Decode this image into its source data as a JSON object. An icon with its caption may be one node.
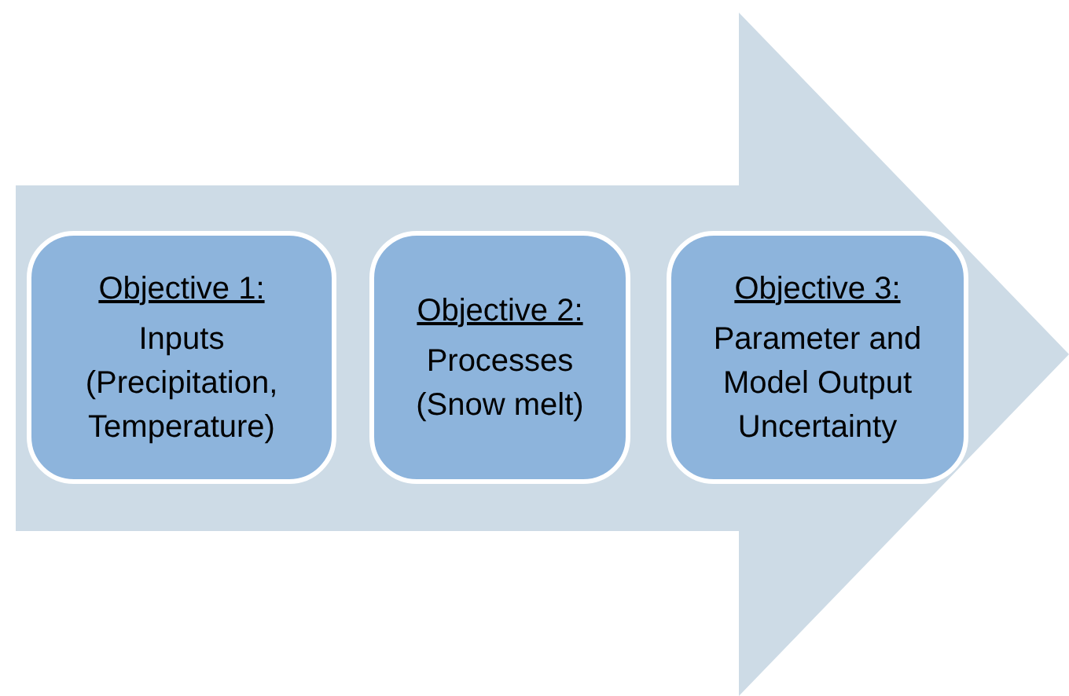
{
  "diagram": {
    "nodes": [
      {
        "text": [],
        "shape": "arrow"
      },
      {
        "text": [
          "Objective 1:",
          "Inputs (Precipitation, Temperature)"
        ],
        "in": 0
      },
      {
        "text": [
          "Objective 2:",
          "Processes (Snow melt)"
        ],
        "in": 0
      },
      {
        "text": [
          "Objective 3:",
          "Parameter and Model Output Uncertainty"
        ],
        "in": 0
      }
    ]
  }
}
